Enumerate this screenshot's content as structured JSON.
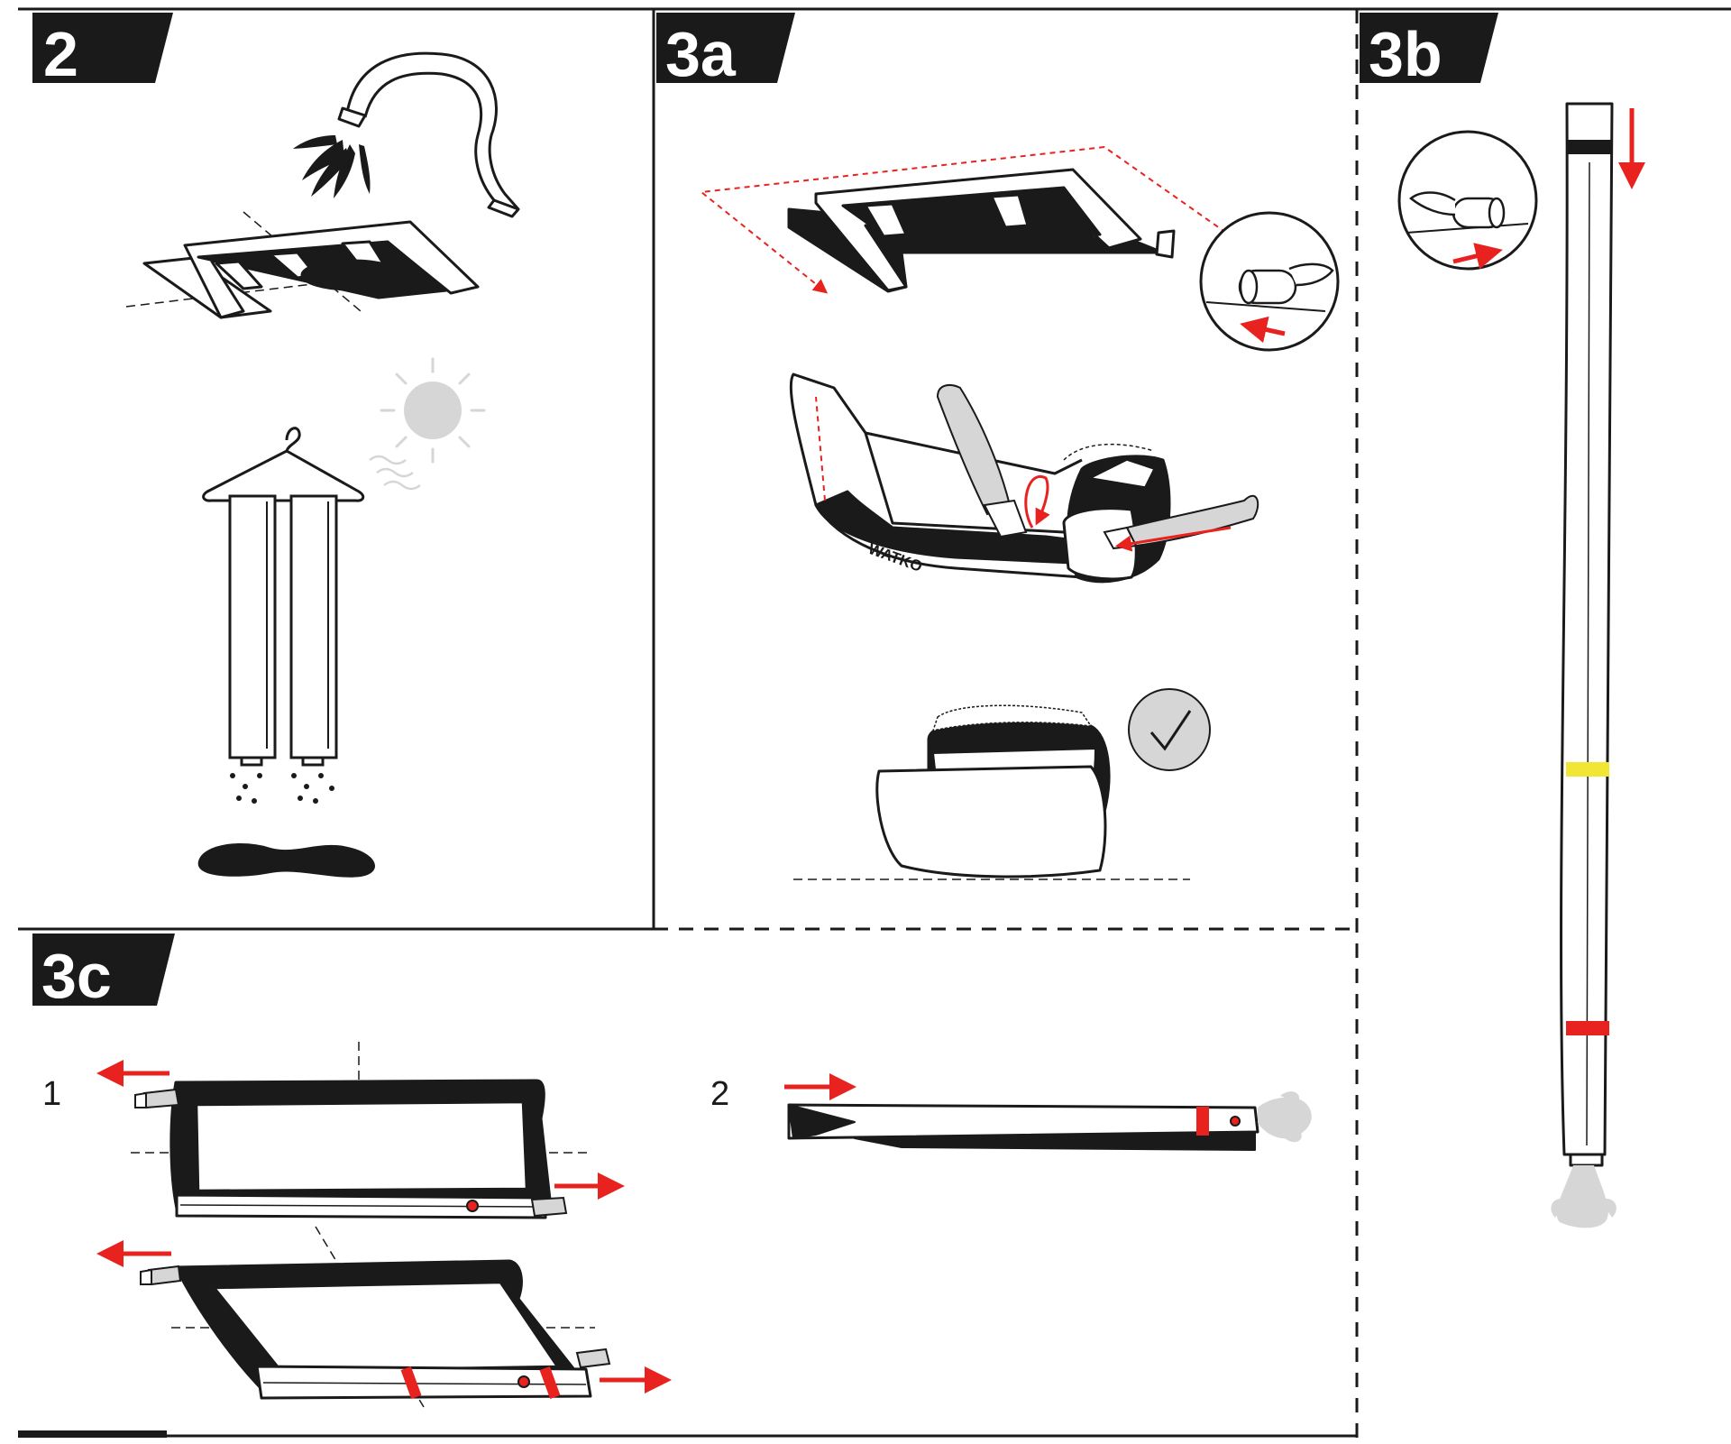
{
  "colors": {
    "ink": "#1a1a1a",
    "accent_red": "#e8231f",
    "accent_yellow": "#f2e634",
    "light_gray": "#d6d6d6",
    "mid_gray": "#bdbdbd",
    "paper": "#ffffff"
  },
  "panels": {
    "step2": {
      "label": "2"
    },
    "step3a": {
      "label": "3a",
      "brand_text": "WATKO"
    },
    "step3b": {
      "label": "3b"
    },
    "step3c": {
      "label": "3c",
      "sub1": "1",
      "sub2": "2"
    }
  },
  "icons": {
    "hose": "hose-icon",
    "sun": "sun-icon",
    "hanger": "hanger-icon",
    "check": "check-icon",
    "roll_zoom": "roll-zoom-icon"
  }
}
